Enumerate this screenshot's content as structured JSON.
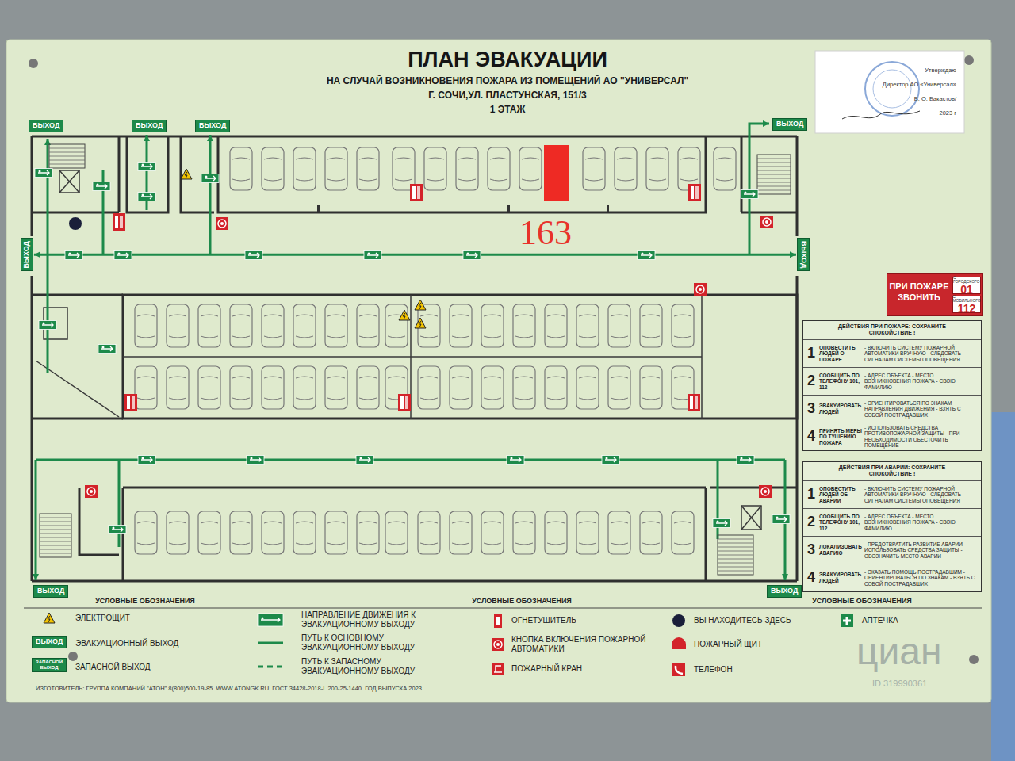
{
  "diagram": {
    "title": "ПЛАН ЭВАКУАЦИИ",
    "nodes": [
      {
        "text": [
          "Утверждаю",
          "Директор АО «Универсал»",
          "В. О. Бакастов/",
          "2023 г"
        ]
      },
      {
        "text": [
          "ВЫХОД"
        ]
      },
      {
        "text": [
          "ВЫХОД"
        ]
      },
      {
        "text": [
          "ВЫХОД"
        ]
      },
      {
        "text": [
          "ВЫХОД"
        ]
      },
      {
        "text": [
          "ВЫХОД"
        ]
      },
      {
        "text": [
          "ВЫХОД"
        ]
      },
      {
        "text": [
          "ПРИ ПОЖАРЕ ЗВОНИТЬ"
        ]
      },
      {
        "text": [
          "С ГОРОДСКОГО",
          "01"
        ],
        "in": 7
      },
      {
        "text": [
          "С МОБИЛЬНОГО",
          "112"
        ],
        "in": 7
      },
      {
        "text": [
          "ДЕЙСТВИЯ ПРИ ПОЖАРЕ: СОХРАНИТЕ СПОКОЙСТВИЕ !"
        ]
      },
      {
        "text": [
          "1",
          "ОПОВЕСТИТЬ ЛЮДЕЙ О ПОЖАРЕ",
          "- ВКЛЮЧИТЬ СИСТЕМУ ПОЖАРНОЙ АВТОМАТИКИ ВРУЧНУЮ - СЛЕДОВАТЬ СИГНАЛАМ СИСТЕМЫ ОПОВЕЩЕНИЯ"
        ],
        "in": 10
      },
      {
        "text": [
          "2",
          "СООБЩИТЬ ПО ТЕЛЕФОНУ 101, 112",
          "- АДРЕС ОБЪЕКТА - МЕСТО ВОЗНИКНОВЕНИЯ ПОЖАРА - СВОЮ ФАМИЛИЮ"
        ],
        "in": 10
      },
      {
        "text": [
          "3",
          "ЭВАКУИРОВАТЬ ЛЮДЕЙ",
          "- ОРИЕНТИРОВАТЬСЯ ПО ЗНАКАМ НАПРАВЛЕНИЯ ДВИЖЕНИЯ - ВЗЯТЬ С СОБОЙ ПОСТРАДАВШИХ"
        ],
        "in": 10
      },
      {
        "text": [
          "4",
          "ПРИНЯТЬ МЕРЫ ПО ТУШЕНИЮ ПОЖАРА",
          "- ИСПОЛЬЗОВАТЬ СРЕДСТВА ПРОТИВОПОЖАРНОЙ ЗАЩИТЫ - ПРИ НЕОБХОДИМОСТИ ОБЕСТОЧИТЬ ПОМЕЩЕНИЕ"
        ],
        "in": 10
      },
      {
        "text": [
          "ДЕЙСТВИЯ ПРИ АВАРИИ: СОХРАНИТЕ СПОКОЙСТВИЕ !"
        ]
      },
      {
        "text": [
          "1",
          "ОПОВЕСТИТЬ ЛЮДЕЙ ОБ АВАРИИ",
          "- ВКЛЮЧИТЬ СИСТЕМУ ПОЖАРНОЙ АВТОМАТИКИ ВРУЧНУЮ - СЛЕДОВАТЬ СИГНАЛАМ СИСТЕМЫ ОПОВЕЩЕНИЯ"
        ],
        "in": 15
      },
      {
        "text": [
          "2",
          "СООБЩИТЬ ПО ТЕЛЕФОНУ 101, 112",
          "- АДРЕС ОБЪЕКТА - МЕСТО ВОЗНИКНОВЕНИЯ ПОЖАРА - СВОЮ ФАМИЛИЮ"
        ],
        "in": 15
      },
      {
        "text": [
          "3",
          "ЛОКАЛИЗОВАТЬ АВАРИЮ",
          "- ПРЕДОТВРАТИТЬ РАЗВИТИЕ АВАРИИ - ИСПОЛЬЗОВАТЬ СРЕДСТВА ЗАЩИТЫ - ОБОЗНАЧИТЬ МЕСТО АВАРИИ"
        ],
        "in": 15
      },
      {
        "text": [
          "4",
          "ЭВАКУИРОВАТЬ ЛЮДЕЙ",
          "- ОКАЗАТЬ ПОМОЩЬ ПОСТРАДАВШИМ - ОРИЕНТИРОВАТЬСЯ ПО ЗНАКАМ - ВЗЯТЬ С СОБОЙ ПОСТРАДАВШИХ"
        ],
        "in": 15
      },
      {
        "text": [
          "ВЫХОД"
        ]
      },
      {
        "text": [
          "ВЫХОД"
        ]
      },
      {
        "text": [
          "ВЫХОД"
        ]
      },
      {
        "text": [
          "ЗАПАСНОЙ ВЫХОД"
        ]
      }
    ],
    "edges": [
      {
        "from": 5,
        "to": 6,
        "arrow": "both"
      }
    ],
    "labels": [
      "НА СЛУЧАЙ ВОЗНИКНОВЕНИЯ ПОЖАРА ИЗ ПОМЕЩЕНИЙ АО \"УНИВЕРСАЛ\"",
      "Г. СОЧИ,УЛ. ПЛАСТУНСКАЯ, 151/3",
      "1 ЭТАЖ",
      "163",
      "УСЛОВНЫЕ ОБОЗНАЧЕНИЯ",
      "УСЛОВНЫЕ ОБОЗНАЧЕНИЯ",
      "УСЛОВНЫЕ ОБОЗНАЧЕНИЯ",
      "ИЗГОТОВИТЕЛЬ: ГРУППА КОМПАНИЙ \"АТОН\" 8(800)500-19-85. WWW.ATONGK.RU. ГОСТ 34428-2018-I. 200-25-1440. ГОД ВЫПУСКА 2023",
      "циан",
      "ID 319990361"
    ],
    "legend": [
      {
        "text": "ЭЛЕКТРОЩИТ"
      },
      {
        "text": "ЭВАКУАЦИОННЫЙ ВЫХОД"
      },
      {
        "text": "ЗАПАСНОЙ ВЫХОД"
      },
      {
        "text": "НАПРАВЛЕНИЕ ДВИЖЕНИЯ К ЭВАКУАЦИОННОМУ ВЫХОДУ"
      },
      {
        "text": "ПУТЬ К ОСНОВНОМУ ЭВАКУАЦИОННОМУ ВЫХОДУ"
      },
      {
        "text": "ПУТЬ К ЗАПАСНОМУ ЭВАКУАЦИОННОМУ ВЫХОДУ"
      },
      {
        "text": "ОГНЕТУШИТЕЛЬ"
      },
      {
        "text": "КНОПКА ВКЛЮЧЕНИЯ ПОЖАРНОЙ АВТОМАТИКИ"
      },
      {
        "text": "ПОЖАРНЫЙ КРАН"
      },
      {
        "text": "ВЫ НАХОДИТЕСЬ ЗДЕСЬ"
      },
      {
        "text": "ПОЖАРНЫЙ ЩИТ"
      },
      {
        "text": "ТЕЛЕФОН"
      },
      {
        "text": "АПТЕЧКА"
      }
    ]
  }
}
